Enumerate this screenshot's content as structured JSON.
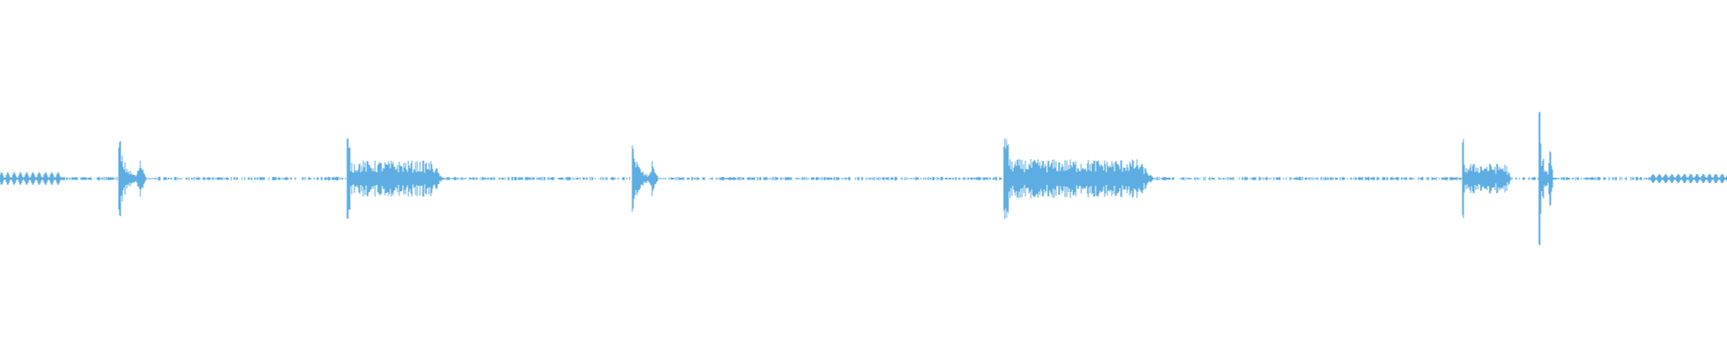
{
  "waveform": {
    "color": "#5dade2",
    "background": "#ffffff",
    "bursts": [
      {
        "start": 0.0,
        "end": 0.036,
        "amp": 0.1,
        "type": "dots"
      },
      {
        "start": 0.069,
        "end": 0.09,
        "amp": 0.36,
        "type": "transient"
      },
      {
        "start": 0.201,
        "end": 0.256,
        "amp": 0.4,
        "type": "sustained",
        "level": 0.13
      },
      {
        "start": 0.366,
        "end": 0.386,
        "amp": 0.34,
        "type": "transient"
      },
      {
        "start": 0.581,
        "end": 0.668,
        "amp": 0.38,
        "type": "sustained",
        "level": 0.14
      },
      {
        "start": 0.847,
        "end": 0.875,
        "amp": 0.37,
        "type": "sustained",
        "level": 0.11
      },
      {
        "start": 0.891,
        "end": 0.902,
        "amp": 0.65,
        "type": "transient"
      },
      {
        "start": 0.955,
        "end": 1.0,
        "amp": 0.07,
        "type": "dots"
      }
    ],
    "baseline_amp": 0.03
  }
}
